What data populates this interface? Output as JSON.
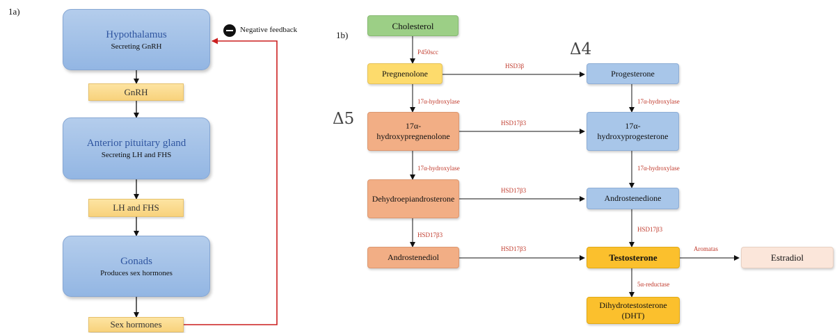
{
  "panel_a": {
    "label": "1a)",
    "hypothalamus": {
      "title": "Hypothalamus",
      "sub": "Secreting GnRH"
    },
    "gnrh": "GnRH",
    "pituitary": {
      "title": "Anterior pituitary gland",
      "sub": "Secreting LH and FHS"
    },
    "lh_fhs": "LH and FHS",
    "gonads": {
      "title": "Gonads",
      "sub": "Produces sex hormones"
    },
    "sex_hormones": "Sex hormones",
    "feedback_label": "Negative feedback"
  },
  "panel_b": {
    "label": "1b)",
    "delta4": "Δ4",
    "delta5": "Δ5",
    "nodes": {
      "cholesterol": "Cholesterol",
      "pregnenolone": "Pregnenolone",
      "progesterone": "Progesterone",
      "hydroxypregnenolone": "17α-hydroxypregnenolone",
      "hydroxyprogesterone": "17α-hydroxyprogesterone",
      "dhea": "Dehydroepiandrosterone",
      "androstenedione": "Androstenedione",
      "androstenediol": "Androstenediol",
      "testosterone": "Testosterone",
      "estradiol": "Estradiol",
      "dht": "Dihydrotestosterone (DHT)"
    },
    "enzymes": {
      "p450scc": "P450scc",
      "hsd3b": "HSD3β",
      "hydroxylase_1": "17α-hydroxylase",
      "hydroxylase_2": "17α-hydroxylase",
      "hydroxylase_3": "17α-hydroxylase",
      "hydroxylase_4": "17α-hydroxylase",
      "hsd17b3_1": "HSD17β3",
      "hsd17b3_2": "HSD17β3",
      "hsd17b3_3": "HSD17β3",
      "hsd17b3_4": "HSD17β3",
      "hsd17b3_5": "HSD17β3",
      "aromatas": "Aromatas",
      "reductase": "5α-reductase"
    }
  },
  "colors": {
    "feedback_line": "#cc1f1f",
    "enzyme_text": "#c0392b",
    "testosterone": "#fbc02d"
  }
}
